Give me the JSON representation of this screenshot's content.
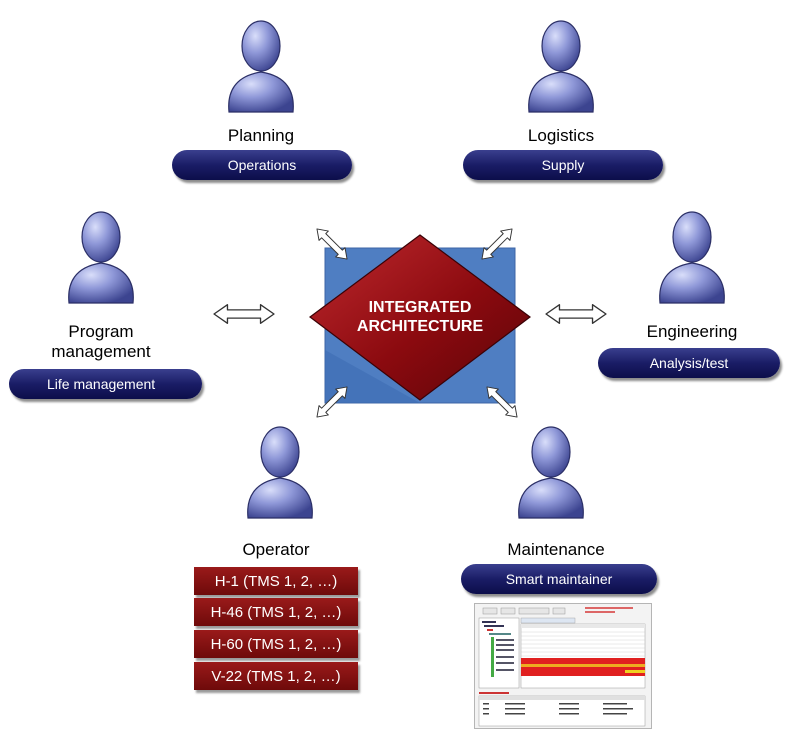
{
  "core": {
    "line1": "INTEGRATED",
    "line2": "ARCHITECTURE"
  },
  "roles": {
    "planning": {
      "label": "Planning",
      "pill": "Operations"
    },
    "logistics": {
      "label": "Logistics",
      "pill": "Supply"
    },
    "program_management": {
      "label_line1": "Program",
      "label_line2": "management",
      "pill": "Life management"
    },
    "engineering": {
      "label": "Engineering",
      "pill": "Analysis/test"
    },
    "operator": {
      "label": "Operator",
      "boxes": [
        "H-1 (TMS 1, 2, …)",
        "H-46 (TMS 1, 2, …)",
        "H-60 (TMS 1, 2, …)",
        "V-22 (TMS 1, 2, …)"
      ]
    },
    "maintenance": {
      "label": "Maintenance",
      "pill": "Smart maintainer"
    }
  },
  "colors": {
    "pill": "#1a1d66",
    "core_square": "#4f7ec2",
    "diamond": "#8b0a0f",
    "operator_box": "#7a0e0e",
    "person": "#7c86c8"
  },
  "icons": [
    "person-icon",
    "double-arrow-icon",
    "screenshot-thumbnail"
  ]
}
